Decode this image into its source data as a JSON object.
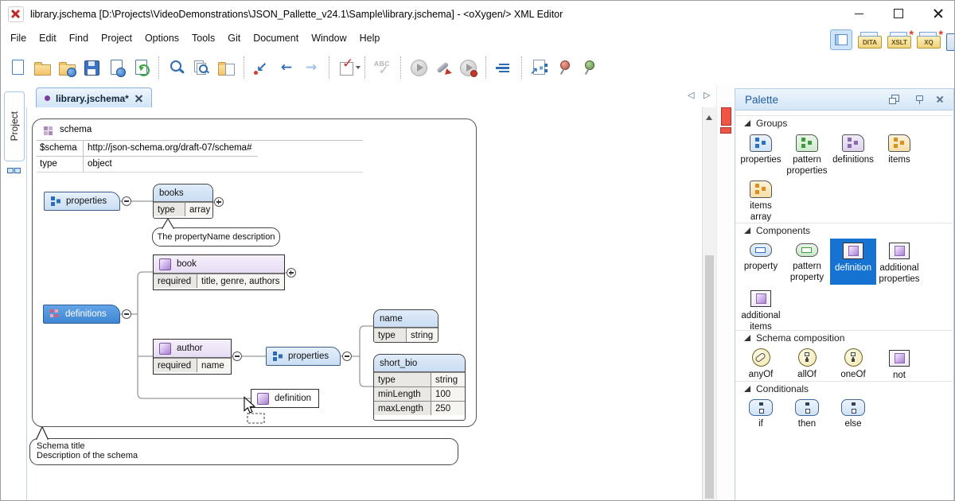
{
  "window": {
    "title": "library.jschema [D:\\Projects\\VideoDemonstrations\\JSON_Pallette_v24.1\\Sample\\library.jschema] - <oXygen/> XML Editor"
  },
  "menu": {
    "items": [
      "File",
      "Edit",
      "Find",
      "Project",
      "Options",
      "Tools",
      "Git",
      "Document",
      "Window",
      "Help"
    ]
  },
  "perspective_bar": {
    "dita": "DITA",
    "xslt": "XSLT",
    "xq": "XQ"
  },
  "toolbar": {
    "spellcheck": "ABC"
  },
  "tabs": {
    "active": "library.jschema*"
  },
  "project_rail": {
    "label": "Project"
  },
  "canvas": {
    "schema": {
      "title": "schema",
      "rows": [
        {
          "k": "$schema",
          "v": "http://json-schema.org/draft-07/schema#"
        },
        {
          "k": "type",
          "v": "object"
        }
      ]
    },
    "properties_top": {
      "label": "properties"
    },
    "books": {
      "title": "books",
      "rows": [
        {
          "k": "type",
          "v": "array"
        }
      ]
    },
    "books_note": {
      "text": "The propertyName description"
    },
    "book": {
      "title": "book",
      "rows": [
        {
          "k": "required",
          "v": "title, genre, authors"
        }
      ]
    },
    "definitions": {
      "label": "definitions"
    },
    "author": {
      "title": "author",
      "rows": [
        {
          "k": "required",
          "v": "name"
        }
      ]
    },
    "properties_author": {
      "label": "properties"
    },
    "name": {
      "title": "name",
      "rows": [
        {
          "k": "type",
          "v": "string"
        }
      ]
    },
    "short_bio": {
      "title": "short_bio",
      "rows": [
        {
          "k": "type",
          "v": "string"
        },
        {
          "k": "minLength",
          "v": "100"
        },
        {
          "k": "maxLength",
          "v": "250"
        }
      ]
    },
    "definition": {
      "label": "definition"
    },
    "schema_note": {
      "line1": "Schema title",
      "line2": "Description of the schema"
    }
  },
  "palette": {
    "title": "Palette",
    "sections": [
      {
        "label": "Groups"
      },
      {
        "label": "Components"
      },
      {
        "label": "Schema composition"
      },
      {
        "label": "Conditionals"
      }
    ],
    "groups": [
      {
        "l1": "properties"
      },
      {
        "l1": "pattern",
        "l2": "properties"
      },
      {
        "l1": "definitions"
      },
      {
        "l1": "items"
      },
      {
        "l1": "items",
        "l2": "array"
      }
    ],
    "components": [
      {
        "l1": "property"
      },
      {
        "l1": "pattern",
        "l2": "property"
      },
      {
        "l1": "definition"
      },
      {
        "l1": "additional",
        "l2": "properties"
      },
      {
        "l1": "additional",
        "l2": "items"
      }
    ],
    "composition": [
      {
        "l1": "anyOf"
      },
      {
        "l1": "allOf"
      },
      {
        "l1": "oneOf"
      },
      {
        "l1": "not"
      }
    ],
    "conditionals": [
      {
        "l1": "if"
      },
      {
        "l1": "then"
      },
      {
        "l1": "else"
      }
    ]
  },
  "colors": {
    "selection_blue": "#1673d2",
    "selected_node_blue": "#4a92dc",
    "error_red": "#ee5544",
    "palette_title_blue": "#1f5fa8",
    "node_header_blue": "#cfe2f4",
    "node_header_purple": "#eee4f6"
  }
}
